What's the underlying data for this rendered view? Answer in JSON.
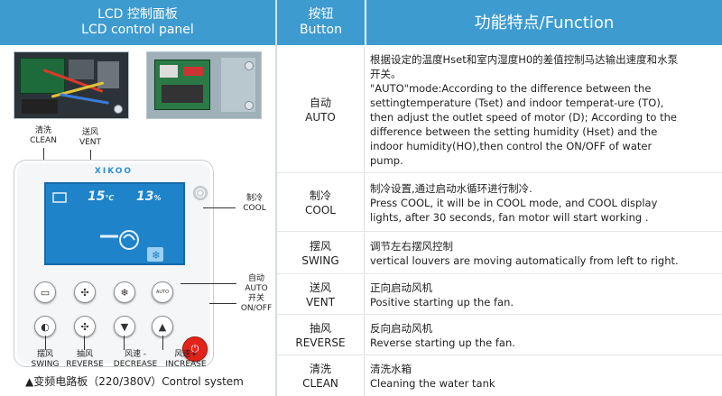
{
  "header": {
    "left_zh": "LCD 控制面板",
    "left_en": "LCD control panel",
    "mid_zh": "按钮",
    "mid_en": "Button",
    "right": "功能特点/Function"
  },
  "device": {
    "brand": "XIKOO",
    "lcd_temp": "15",
    "lcd_temp_unit": "℃",
    "lcd_humidity": "13",
    "lcd_humidity_unit": "%",
    "key_auto": "AUTO"
  },
  "callouts": {
    "clean_zh": "清洗",
    "clean_en": "CLEAN",
    "vent_zh": "送风",
    "vent_en": "VENT",
    "cool_zh": "制冷",
    "cool_en": "COOL",
    "auto_zh": "自动",
    "auto_en": "AUTO",
    "power_zh": "开关",
    "power_en": "ON/OFF",
    "swing_zh": "摆风",
    "swing_en": "SWING",
    "reverse_zh": "抽风",
    "reverse_en": "REVERSE",
    "decrease_zh": "风速 -",
    "decrease_en": "DECREASE",
    "increase_zh": "风速+",
    "increase_en": "INCREASE"
  },
  "caption": "▲变频电路板（220/380V）Control system",
  "rows": [
    {
      "btn_zh": "自动",
      "btn_en": "AUTO",
      "lines": [
        "根据设定的温度Hset和室内湿度H0的差值控制马达输出速度和水泵",
        "开关。",
        "\"AUTO\"mode:According to the difference between the",
        "settingtemperature (Tset) and indoor temperat-ure (TO),",
        "then adjust the outlet speed of motor (D); According to the",
        "difference between the setting humidity (Hset) and the",
        "indoor humidity(HO),then control the ON/OFF of water",
        "pump."
      ]
    },
    {
      "btn_zh": "制冷",
      "btn_en": "COOL",
      "lines": [
        "制冷设置,通过启动水循环进行制冷.",
        "Press COOL, it will be in COOL mode, and COOL display",
        "lights, after 30 seconds, fan motor will start working ."
      ]
    },
    {
      "btn_zh": "摆风",
      "btn_en": "SWING",
      "lines": [
        "调节左右摆风控制",
        "vertical louvers are moving automatically from left to right."
      ]
    },
    {
      "btn_zh": "送风",
      "btn_en": "VENT",
      "lines": [
        "正向启动风机",
        "Positive starting up the fan."
      ]
    },
    {
      "btn_zh": "抽风",
      "btn_en": "REVERSE",
      "lines": [
        "反向启动风机",
        "Reverse starting up the fan."
      ]
    },
    {
      "btn_zh": "清洗",
      "btn_en": "CLEAN",
      "lines": [
        "清洗水箱",
        "Cleaning the water tank"
      ]
    }
  ]
}
